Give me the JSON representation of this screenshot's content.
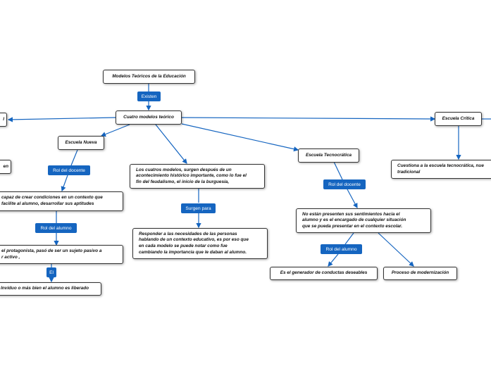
{
  "colors": {
    "link": "#1565c0",
    "node_border": "#333333",
    "label_bg": "#1565c0"
  },
  "nodes": {
    "root": "Modelos Teóricos de la Educación",
    "cuatro_modelos": "Cuatro modelos teórico",
    "left_partial_node": "l",
    "escuela_nueva": "Escuela Nueva",
    "left_partial_en": "en",
    "capaz": "capaz de crear condiciones en un contexto que\nfacilite al alumno, desarrollar sus aptitudes",
    "protagonista": "el protagonista, pasó de ser un sujeto pasivo a\nr  activo ,",
    "individuo": "Invíduo o más bien el alumno es liberado",
    "los_cuatros": "Los cuatros modelos, surgen después  de un\nacontecimiento histórico importante, como lo fue el\nfin del feudalismo, el inicio de la burguesía,",
    "responder": "Responder a las necesidades de las personas\nhablando de un contexto educativo, es por eso que\nen cada modelo se puede notar como fue\ncambiando la importancia que le daban al alumno.",
    "tecnocratica": "Escuela Tecnocrática",
    "no_estan": "No están presenten sus sentimientos hacia el\nalumno y es el encargado de cualquier situación\nque se pueda presentar en el contexto escolar.",
    "generador": "Es el generador de conductas deseables",
    "proceso": "Proceso de modernización",
    "critica": "Escuela Crítica",
    "cuestiona": "Cuestiona a la escuela tecnocrática, nue\ntradicional"
  },
  "relations": {
    "existen": "Existen",
    "rol_docente_nueva": "Rol del docente",
    "rol_alumno_nueva": "Rol del alumno",
    "el": "El",
    "surgen_para": "Surgen para",
    "rol_docente_tecno": "Rol del docente",
    "rol_alumno_tecno": "Rol del alumno"
  }
}
